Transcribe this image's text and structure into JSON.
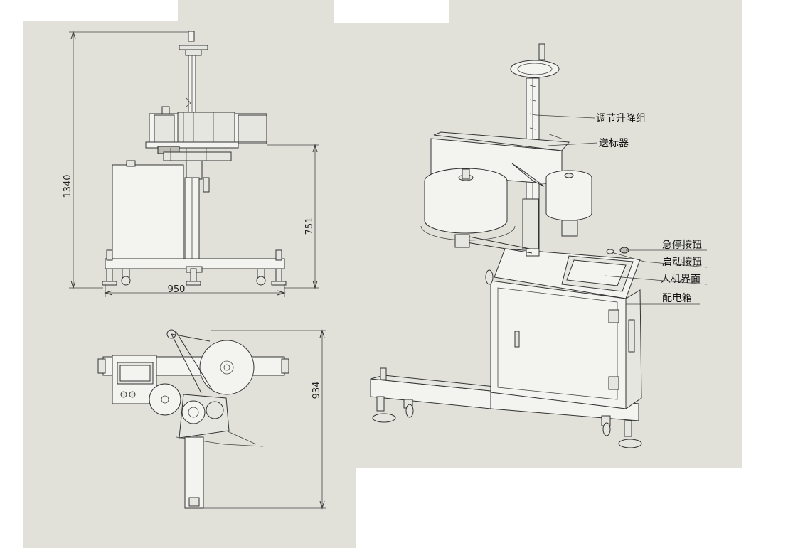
{
  "dimensions": {
    "total_height": "1340",
    "table_height": "751",
    "width": "950",
    "depth": "934"
  },
  "labels": {
    "lift_group": "调节升降组",
    "label_feeder": "送标器",
    "emergency_stop": "急停按钮",
    "start_button": "启动按钮",
    "hmi": "人机界面",
    "control_box": "配电箱"
  },
  "colors": {
    "background": "#e1e1d9",
    "page": "#ffffff",
    "line": "#333333"
  }
}
